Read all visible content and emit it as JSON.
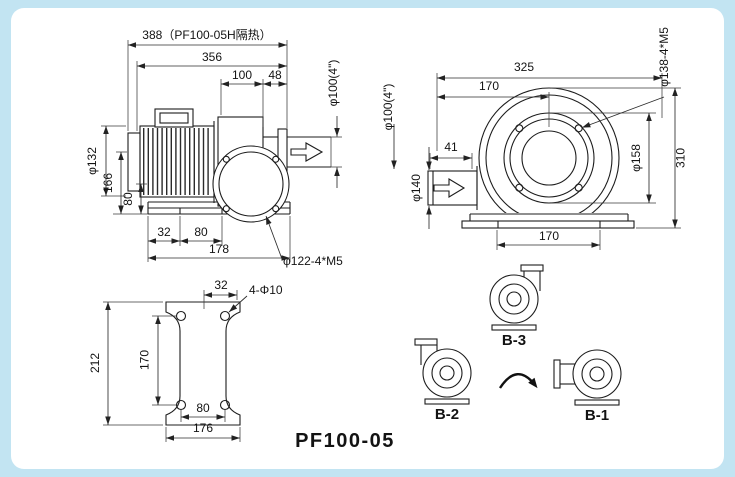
{
  "model": "PF100-05",
  "colors": {
    "background": "#c2e4f2",
    "panel": "#ffffff",
    "line": "#1d1d1d"
  },
  "side_view": {
    "length_insulated": "388（PF100-05H隔热）",
    "length_std": "356",
    "len_100": "100",
    "len_48": "48",
    "outlet_dia": "φ100(4\")",
    "motor_dia": "φ132",
    "height_166": "166",
    "height_80": "80",
    "base_32": "32",
    "base_80": "80",
    "base_178": "178",
    "flange_callout": "φ122-4*M5"
  },
  "front_view": {
    "width_325": "325",
    "width_170": "170",
    "bolt_circle": "φ138-4*M5",
    "inlet_dia": "φ100(4\")",
    "width_41": "41",
    "duct_dia": "φ140",
    "flange_dia": "φ158",
    "height_310": "310",
    "base_170": "170"
  },
  "base_view": {
    "offset_32": "32",
    "holes": "4-Φ10",
    "height_212": "212",
    "hole_span_170": "170",
    "hole_span_80": "80",
    "width_176": "176"
  },
  "orientation_views": {
    "b3": "B-3",
    "b2": "B-2",
    "b1": "B-1"
  }
}
